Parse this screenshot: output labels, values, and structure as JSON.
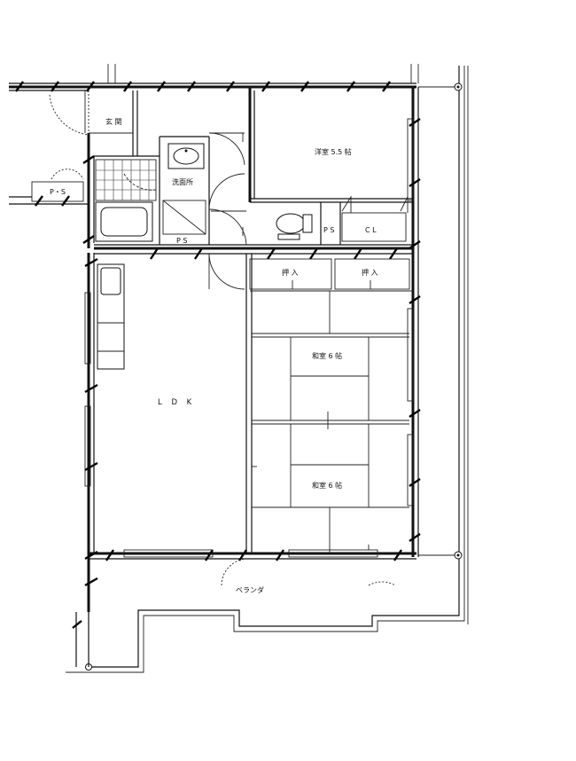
{
  "rooms": {
    "entrance": "玄 関",
    "washroom": "洗面所",
    "western_room": "洋室 5.5 帖",
    "ldk": "L D K",
    "japanese_room_1": "和室 6 帖",
    "japanese_room_2": "和室 6 帖",
    "veranda": "ベランダ"
  },
  "storage": {
    "closet_left": "押 入",
    "closet_right": "押 入",
    "cl": "C L",
    "ps_toilet": "P S",
    "ps_washroom": "P S",
    "ps_outside": "P・S"
  }
}
